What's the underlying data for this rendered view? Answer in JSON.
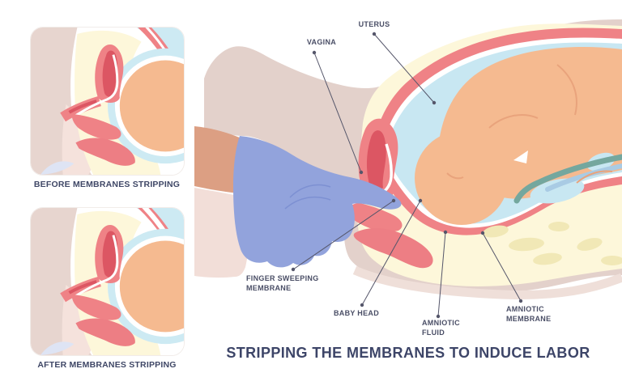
{
  "title": "STRIPPING THE MEMBRANES TO INDUCE LABOR",
  "panels": {
    "before": {
      "caption": "BEFORE MEMBRANES STRIPPING"
    },
    "after": {
      "caption": "AFTER MEMBRANES STRIPPING"
    }
  },
  "labels": {
    "vagina": "VAGINA",
    "uterus": "UTERUS",
    "finger_sweeping_membrane": "FINGER SWEEPING MEMBRANE",
    "baby_head": "BABY HEAD",
    "amniotic_fluid": "AMNIOTIC FLUID",
    "amniotic_membrane": "AMNIOTIC MEMBRANE"
  },
  "colors": {
    "body_beige": "#e3d1cb",
    "body_highlight": "#efdfd9",
    "arm_skin": "#dc9f83",
    "pelvis_cream": "#fdf7da",
    "uterine_wall_pink": "#ef8286",
    "cervix_dark_red": "#dc5663",
    "amniotic_fluid_blue": "#c8e7f2",
    "baby_skin_peach": "#f5ba90",
    "glove_blue": "#92a3dc",
    "umbilical_teal": "#74a79e",
    "umbilical_light_blue": "#a9cbe4",
    "fat_yellow": "#f1e8b6",
    "label_text": "#4a4e66",
    "title_text": "#3d4568",
    "pointer_line": "#55566a"
  }
}
